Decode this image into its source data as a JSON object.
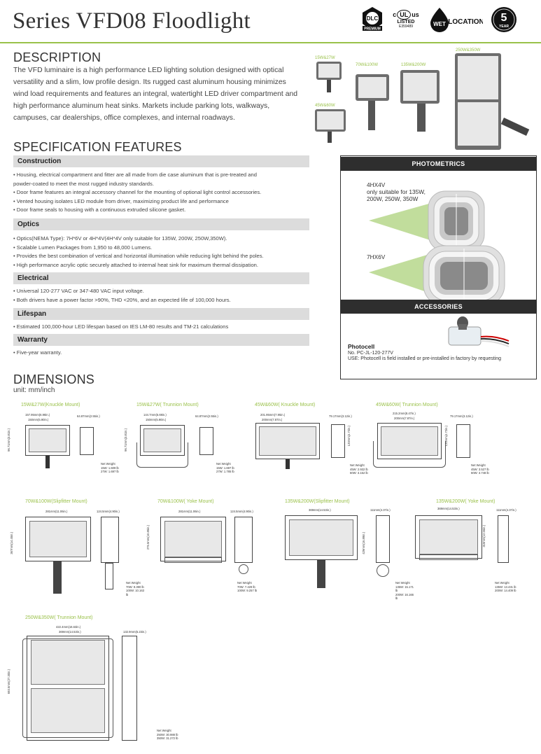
{
  "header": {
    "title": "Series VFD08 Floodlight",
    "badges": [
      {
        "name": "dlc-premium-badge",
        "top": "DLC",
        "bottom": "PREMIUM"
      },
      {
        "name": "ul-listed-badge",
        "top": "c UL US",
        "mid": "LISTED",
        "bottom": "E359489"
      },
      {
        "name": "wet-location-badge",
        "text": "WET LOCATION"
      },
      {
        "name": "five-year-badge",
        "top": "5",
        "bottom": "YEAR"
      }
    ]
  },
  "description": {
    "heading": "DESCRIPTION",
    "body": "The VFD luminaire is a high performance LED lighting solution designed with optical versatility and a slim, low profile design. Its rugged cast aluminum housing minimizes wind load requirements and features an integral, watertight LED driver compartment and high performance aluminum heat sinks. Markets include parking lots, walkways, campuses, car dealerships, office complexes, and internal roadways."
  },
  "products": [
    {
      "label": "15W&27W"
    },
    {
      "label": "70W&100W"
    },
    {
      "label": "135W&200W"
    },
    {
      "label": "250W&350W"
    },
    {
      "label": "45W&60W"
    }
  ],
  "spec": {
    "heading": "SPECIFICATION FEATURES",
    "sections": [
      {
        "title": "Construction",
        "items": [
          "• Housing, electrical compartment and fitter are all made from die case aluminum that is pre-treated and",
          "  powder-coated to meet the most rugged industry standards.",
          "• Door frame features an integral accessory channel for the mounting of optional light control accessories.",
          "• Vented housing isolates LED module from driver, maximizing product life and performance",
          "• Door frame seals to housing with a continuous extruded silicone gasket."
        ]
      },
      {
        "title": "Optics",
        "items": [
          "• Optics(NEMA Type): 7H*6V or 4H*4V(4H*4V only suitable for 135W, 200W, 250W,350W).",
          "• Scalable Lumen Packages from 1,950 to 48,000 Lumens.",
          "• Provides the best combination of vertical and horizontal illumination while reducing light behind the poles.",
          "• High performance acrylic optic securely attached to internal heat sink for maximum thermal dissipation."
        ]
      },
      {
        "title": "Electrical",
        "items": [
          "• Universal 120-277 VAC or 347-480 VAC input voltage.",
          "• Both drivers have a power factor >90%, THD <20%, and an expected life of 100,000 hours."
        ]
      },
      {
        "title": "Lifespan",
        "items": [
          "• Estimated 100,000-hour LED lifespan based on IES LM-80 results and TM-21 calculations"
        ]
      },
      {
        "title": "Warranty",
        "items": [
          "• Five-year warranty."
        ]
      }
    ]
  },
  "photometrics": {
    "heading": "PHOTOMETRICS",
    "a_title": "4HX4V",
    "a_note1": "only suitable for 135W,",
    "a_note2": "200W, 250W, 350W",
    "b_title": "7HX6V"
  },
  "accessories": {
    "heading": "ACCESSORIES",
    "name": "Photocell",
    "model": "No. PC-JL-120-277V",
    "use": "USE: Photocell is field installed or pre-installed in factory by requesting"
  },
  "dimensions": {
    "heading": "DIMENSIONS",
    "unit": "unit: mm/inch",
    "drawings": [
      {
        "title": "15W&27W(Knuckle Mount)",
        "w1": "157.95mm(6.98in.)",
        "w2": "150mm(5.90in.)",
        "d": "64.87mm(2.55in.)",
        "h": "96.71mm(3.81in.)",
        "weight": [
          "Net Weight",
          "15W: 1.609 lb",
          "27W: 1.697 lb"
        ]
      },
      {
        "title": "15W&27W( Trunnion Mount)",
        "w1": "144.7mm(5.69in.)",
        "w2": "150mm(5.90in.)",
        "d": "64.87mm(2.55in.)",
        "h": "96.71mm(3.81in.)",
        "weight": [
          "Net Weight",
          "15W: 1.697 lb",
          "27W: 1.785 lb"
        ]
      },
      {
        "title": "45W&60W( Knuckle Mount)",
        "w1": "201.95mm(7.95in.)",
        "w2": "200mm(7.87in.)",
        "d": "79.17mm(3.12in.)",
        "h": "120mm(4.72in.)",
        "weight": [
          "Net Weight",
          "45W: 2.932 lb",
          "60W: 3.152 lb"
        ]
      },
      {
        "title": "45W&60W( Trunnion Mount)",
        "w1": "215.2mm(8.47in.)",
        "w2": "200mm(7.87in.)",
        "d": "79.17mm(3.12in.)",
        "h": "120mm(4.72in.)",
        "weight": [
          "Net Weight",
          "45W: 3.527 lb",
          "60W: 3.748 lb"
        ]
      },
      {
        "title": "70W&100W(Slipfitter Mount)",
        "w1": "281mm(11.06in.)",
        "d": "124.5mm(4.90in.)",
        "h": "367mm(14.45in.)",
        "weight": [
          "Net Weight",
          "70W: 9.390 lb",
          "100W: 10.163 lb"
        ]
      },
      {
        "title": "70W&100W( Yoke Mount)",
        "w1": "281mm(11.06in.)",
        "d": "124.5mm(4.90in.)",
        "h": "275.5mm(10.85in.)",
        "weight": [
          "Net Weight",
          "70W: 7.429 lb",
          "100W: 9.257 lb"
        ]
      },
      {
        "title": "135W&200W(Slipfitter Mount)",
        "w1": "369mm(14.53in.)",
        "d": "111mm(4.37in.)",
        "h": "429mm(16.89in.)",
        "weight": [
          "Net Weight",
          "135W: 15.171 lb",
          "200W: 16.166 lb"
        ]
      },
      {
        "title": "135W&200W( Yoke Mount)",
        "w1": "369mm(14.53in.)",
        "d": "111mm(4.37in.)",
        "h": "319mm(12.56in.)",
        "weight": [
          "Net Weight",
          "135W: 13.431 lb",
          "200W: 14.409 lb"
        ]
      },
      {
        "title": "250W&350W( Trunnion Mount)",
        "w1": "422.4mm(16.63in.)",
        "w2": "369mm(14.53in.)",
        "d": "132.9mm(5.23in.)",
        "h": "693.5mm(27.30in.)",
        "weight": [
          "Net Weight",
          "250W: 30.988 lb",
          "350W: 31.272 lb"
        ]
      }
    ]
  }
}
